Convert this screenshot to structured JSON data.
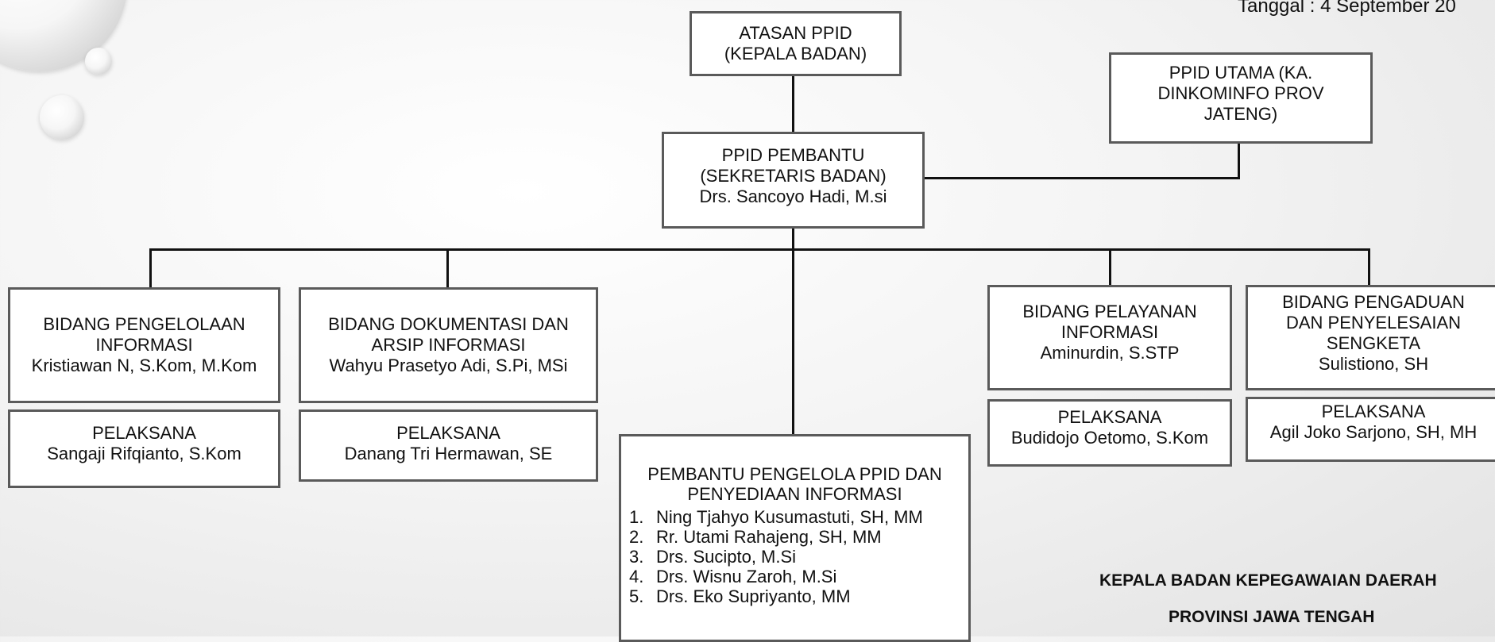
{
  "date_text": "Tanggal :  4 September 20",
  "atasan": {
    "line1": "ATASAN PPID",
    "line2": "(KEPALA  BADAN)"
  },
  "utama": {
    "line1": "PPID UTAMA (KA.",
    "line2": "DINKOMINFO PROV",
    "line3": "JATENG)"
  },
  "pembantu": {
    "line1": "PPID PEMBANTU",
    "line2": "(SEKRETARIS  BADAN)",
    "line3": "Drs. Sancoyo Hadi, M.si"
  },
  "pengelolaan": {
    "line1": "BIDANG PENGELOLAAN",
    "line2": "INFORMASI",
    "line3": "Kristiawan N, S.Kom, M.Kom"
  },
  "pengelolaan_pelaksana": {
    "line1": "PELAKSANA",
    "line2": "Sangaji Rifqianto, S.Kom"
  },
  "dokumentasi": {
    "line1": "BIDANG DOKUMENTASI DAN",
    "line2": "ARSIP INFORMASI",
    "line3": "Wahyu Prasetyo Adi, S.Pi, MSi"
  },
  "dokumentasi_pelaksana": {
    "line1": "PELAKSANA",
    "line2": "Danang Tri Hermawan, SE"
  },
  "pelayanan": {
    "line1": "BIDANG PELAYANAN",
    "line2": "INFORMASI",
    "line3": "Aminurdin, S.STP"
  },
  "pelayanan_pelaksana": {
    "line1": "PELAKSANA",
    "line2": "Budidojo Oetomo, S.Kom"
  },
  "pengaduan": {
    "line1": "BIDANG PENGADUAN",
    "line2": "DAN PENYELESAIAN",
    "line3": "SENGKETA",
    "line4": "Sulistiono, SH"
  },
  "pengaduan_pelaksana": {
    "line1": "PELAKSANA",
    "line2": "Agil Joko Sarjono, SH, MH"
  },
  "pengelola_ppid": {
    "line1": "PEMBANTU PENGELOLA PPID DAN",
    "line2": "PENYEDIAAN INFORMASI",
    "members": [
      {
        "num": "1.",
        "name": "Ning Tjahyo Kusumastuti, SH, MM"
      },
      {
        "num": "2.",
        "name": "Rr. Utami Rahajeng, SH, MM"
      },
      {
        "num": "3.",
        "name": "Drs. Sucipto, M.Si"
      },
      {
        "num": "4.",
        "name": "Drs. Wisnu Zaroh, M.Si"
      },
      {
        "num": "5.",
        "name": "Drs. Eko Supriyanto, MM"
      }
    ]
  },
  "footer": {
    "line1": "KEPALA BADAN KEPEGAWAIAN DAERAH",
    "line2": "PROVINSI JAWA TENGAH"
  }
}
